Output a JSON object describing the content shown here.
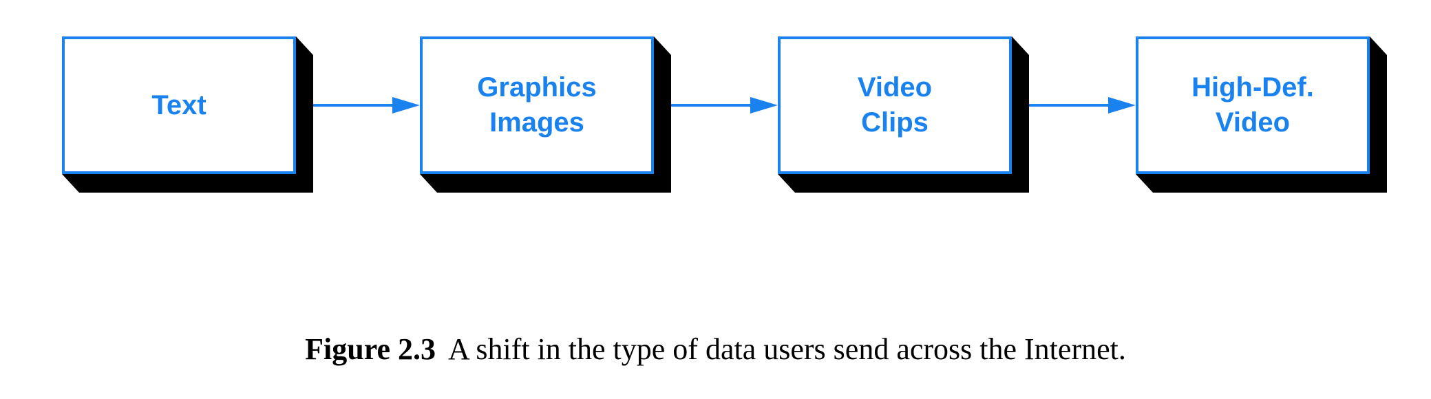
{
  "diagram": {
    "nodes": [
      {
        "lines": [
          "Text"
        ]
      },
      {
        "lines": [
          "Graphics",
          "Images"
        ]
      },
      {
        "lines": [
          "Video",
          "Clips"
        ]
      },
      {
        "lines": [
          "High-Def.",
          "Video"
        ]
      }
    ],
    "accent_color": "#1a82ef",
    "shadow_color": "#000000"
  },
  "caption": {
    "label": "Figure 2.3",
    "text": "A shift in the type of data users send across the Internet."
  }
}
